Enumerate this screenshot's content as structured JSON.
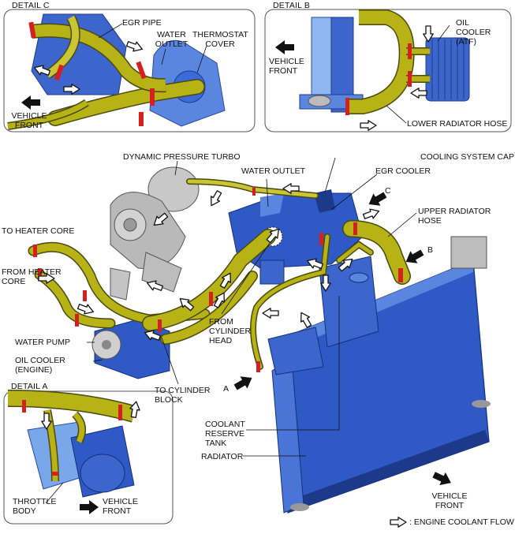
{
  "details": {
    "c": {
      "title": "DETAIL C"
    },
    "b": {
      "title": "DETAIL B"
    },
    "a": {
      "title": "DETAIL A"
    }
  },
  "labels": {
    "egr_pipe": "EGR PIPE",
    "water_outlet_c": "WATER OUTLET",
    "thermostat_cover": "THERMOSTAT COVER",
    "vehicle_front_c": "VEHICLE FRONT",
    "oil_cooler_atf": "OIL COOLER (ATF)",
    "vehicle_front_b": "VEHICLE FRONT",
    "lower_radiator_hose": "LOWER RADIATOR HOSE",
    "dynamic_pressure_turbo": "DYNAMIC PRESSURE TURBO",
    "cooling_system_cap": "COOLING SYSTEM CAP",
    "water_outlet": "WATER OUTLET",
    "egr_cooler": "EGR COOLER",
    "callout_c": "C",
    "upper_radiator_hose": "UPPER RADIATOR HOSE",
    "callout_b": "B",
    "to_heater_core": "TO HEATER CORE",
    "from_heater_core": "FROM HEATER CORE",
    "from_cylinder_head": "FROM CYLINDER HEAD",
    "water_pump": "WATER PUMP",
    "oil_cooler_engine": "OIL COOLER (ENGINE)",
    "to_cylinder_block": "TO  CYLINDER BLOCK",
    "callout_a": "A",
    "coolant_reserve_tank": "COOLANT RESERVE TANK",
    "radiator": "RADIATOR",
    "vehicle_front_main": "VEHICLE FRONT",
    "throttle_body": "THROTTLE BODY",
    "vehicle_front_a": "VEHICLE FRONT",
    "legend": ": ENGINE COOLANT FLOW"
  },
  "colors": {
    "hose_fill": "#b7b215",
    "hose_stroke": "#4a4a10",
    "engine_blue": "#2f59c4",
    "engine_blue_light": "#5b86e0",
    "clamp_red": "#d42020",
    "turbo_gray": "#b9b9b9",
    "frame": "#555555",
    "dark_arrow": "#111111"
  }
}
